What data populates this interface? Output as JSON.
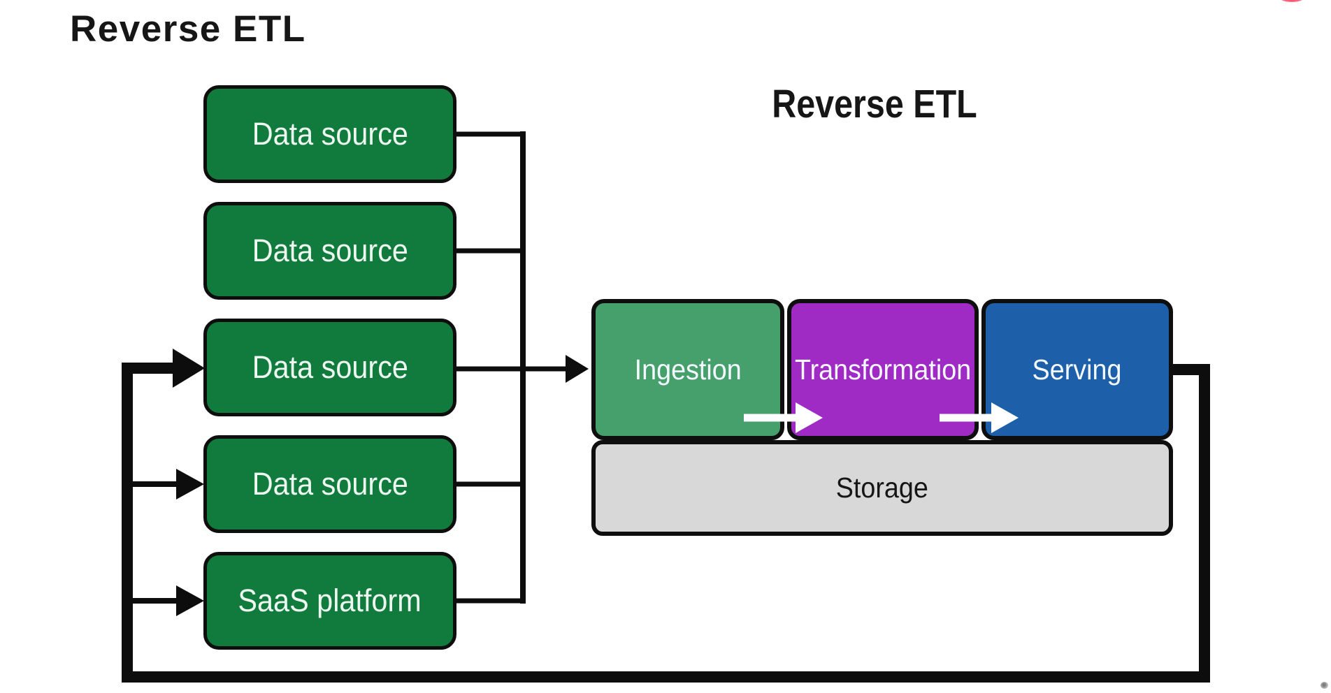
{
  "header": {
    "title": "Reverse ETL"
  },
  "diagram": {
    "figure_title": "Reverse ETL",
    "sources": [
      {
        "label": "Data source"
      },
      {
        "label": "Data source"
      },
      {
        "label": "Data source"
      },
      {
        "label": "Data source"
      },
      {
        "label": "SaaS platform"
      }
    ],
    "stages": [
      {
        "label": "Ingestion",
        "color": "#46a06c"
      },
      {
        "label": "Transformation",
        "color": "#a02bc4"
      },
      {
        "label": "Serving",
        "color": "#1d5fa8"
      }
    ],
    "storage": {
      "label": "Storage",
      "color": "#d8d8d8"
    },
    "colors": {
      "source_box": "#117a3d",
      "line": "#0d0d0d",
      "flow_arrow": "#ffffff",
      "record_indicator": "#ff2d55"
    }
  }
}
